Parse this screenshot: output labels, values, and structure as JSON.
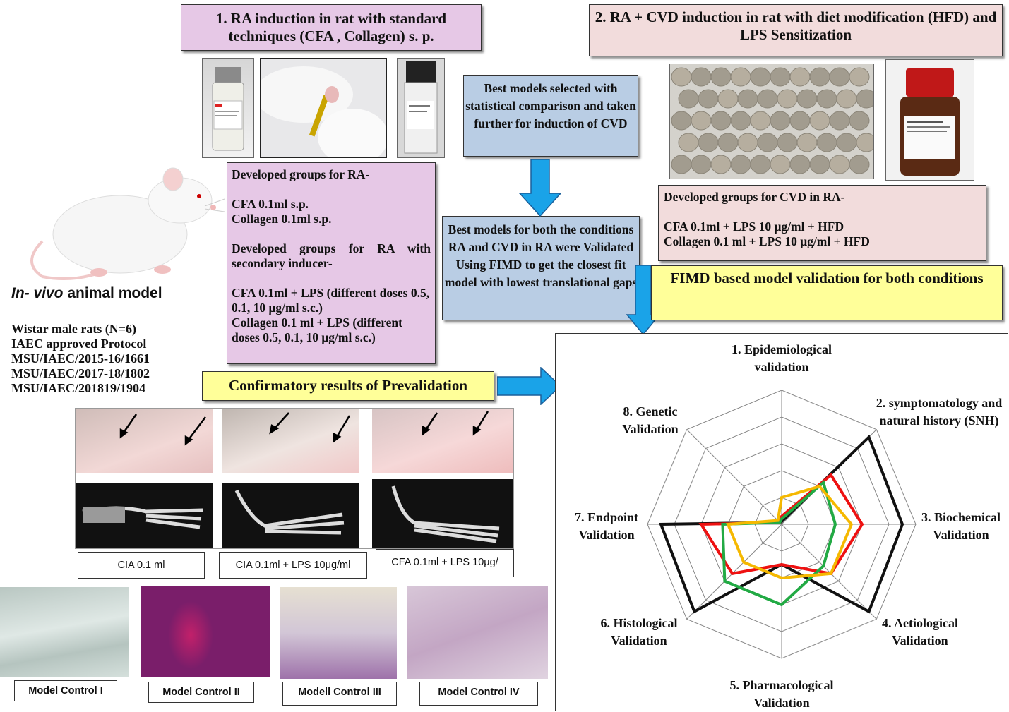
{
  "step1": {
    "title": "1. RA induction in rat with standard techniques (CFA , Collagen) s. p."
  },
  "step2": {
    "title": "2. RA + CVD induction in rat with diet modification (HFD) and LPS Sensitization"
  },
  "ra_groups": {
    "heading": "Developed groups for RA-",
    "cfa": "CFA 0.1ml s.p.",
    "collagen": "Collagen 0.1ml s.p.",
    "secondary_heading": "Developed groups for RA with secondary inducer-",
    "cfa_lps": "CFA 0.1ml + LPS (different doses 0.5, 0.1, 10 μg/ml s.c.)",
    "collagen_lps": "Collagen 0.1 ml + LPS (different doses 0.5, 0.1, 10 μg/ml s.c.)"
  },
  "best_models_1": "Best models selected with statistical comparison and taken further for induction of CVD",
  "best_models_2": "Best models for both the conditions RA and CVD in RA were Validated Using FIMD to get the closest fit model with lowest translational gaps",
  "cvd_groups": {
    "heading": "Developed groups for CVD in RA-",
    "cfa": "CFA 0.1ml + LPS 10 μg/ml + HFD",
    "collagen": "Collagen 0.1 ml + LPS 10 μg/ml + HFD"
  },
  "fimd_title": "FIMD based model validation for both conditions",
  "invivo": {
    "italic": "In- vivo",
    "rest": " animal model"
  },
  "animal_info": {
    "line1": "Wistar male rats (N=6)",
    "line2": "IAEC approved Protocol",
    "line3": "MSU/IAEC/2015-16/1661",
    "line4": "MSU/IAEC/2017-18/1802",
    "line5": "MSU/IAEC/201819/1904"
  },
  "prevalidation": "Confirmatory results of Prevalidation",
  "paw_labels": [
    "CIA 0.1 ml",
    "CIA 0.1ml + LPS 10μg/ml",
    "CFA 0.1ml + LPS 10μg/"
  ],
  "histo_labels": [
    "Model Control I",
    "Model Control II",
    "Modell Control III",
    "Model Control IV"
  ],
  "radar": {
    "axes": [
      "1. Epidemiological validation",
      "2. symptomatology and natural history (SNH)",
      "3. Biochemical Validation",
      "4. Aetiological Validation",
      "5. Pharmacological Validation",
      "6. Histological Validation",
      "7. Endpoint Validation",
      "8. Genetic Validation"
    ],
    "rings": 5,
    "series": [
      {
        "color": "#111111",
        "values": [
          0.1,
          4.6,
          4.5,
          4.6,
          1.5,
          4.6,
          4.5,
          0.1
        ]
      },
      {
        "color": "#ee1111",
        "values": [
          0.3,
          2.6,
          3.0,
          2.6,
          1.5,
          2.6,
          3.0,
          0.1
        ]
      },
      {
        "color": "#22aa44",
        "values": [
          0.2,
          2.2,
          2.0,
          2.2,
          3.0,
          3.0,
          2.2,
          0.1
        ]
      },
      {
        "color": "#f5b800",
        "values": [
          1.0,
          2.0,
          2.6,
          2.6,
          2.0,
          2.0,
          2.0,
          0.2
        ]
      }
    ]
  }
}
